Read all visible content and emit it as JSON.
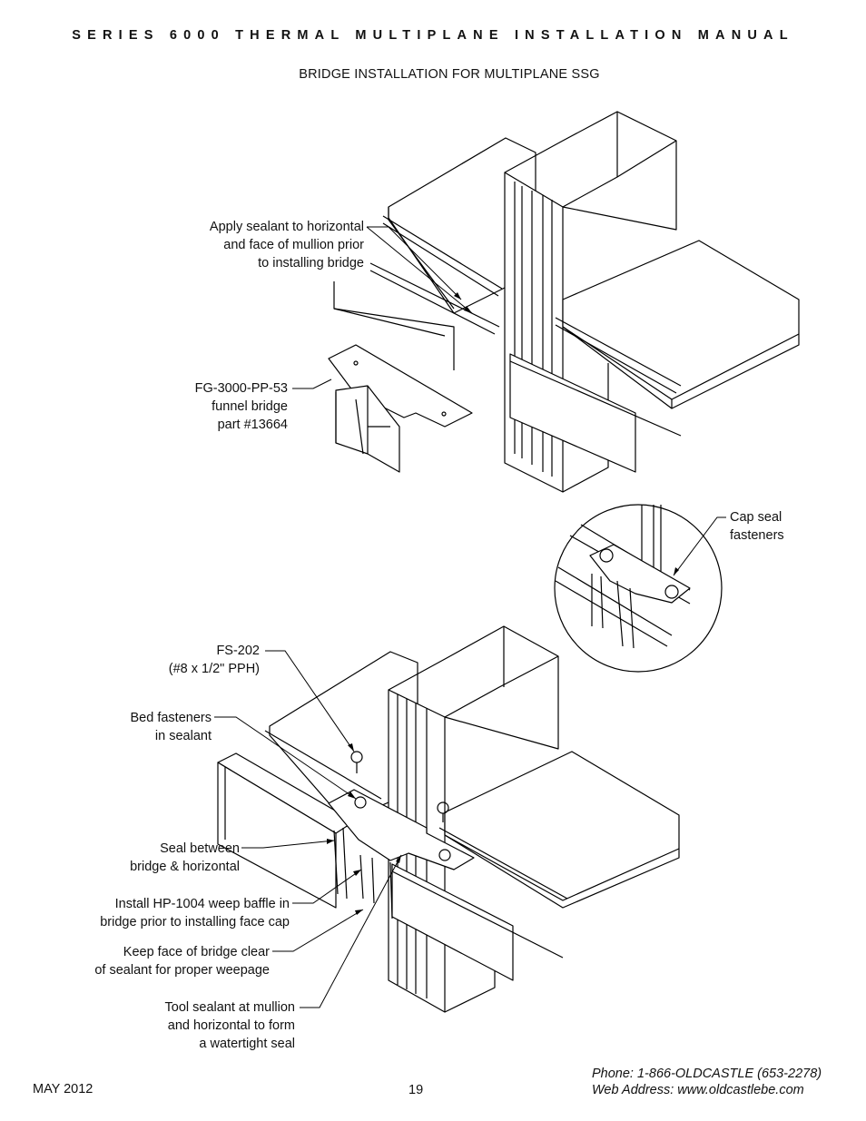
{
  "header": {
    "title": "SERIES 6000 THERMAL MULTIPLANE INSTALLATION MANUAL"
  },
  "subtitle": "BRIDGE INSTALLATION FOR MULTIPLANE SSG",
  "callouts": {
    "apply_sealant": [
      "Apply sealant to horizontal",
      "and face of mullion prior",
      "to installing bridge"
    ],
    "funnel_bridge": [
      "FG-3000-PP-53",
      "funnel bridge",
      "part #13664"
    ],
    "cap_seal": [
      "Cap seal",
      "fasteners"
    ],
    "fs202": [
      "FS-202",
      "(#8 x 1/2\" PPH)"
    ],
    "bed_fasteners": [
      "Bed fasteners",
      "in sealant"
    ],
    "seal_between": [
      "Seal between",
      "bridge & horizontal"
    ],
    "weep_baffle": [
      "Install HP-1004 weep baffle in",
      "bridge prior to installing face cap"
    ],
    "keep_face": [
      "Keep face of bridge clear",
      "of sealant for proper weepage"
    ],
    "tool_sealant": [
      "Tool sealant at mullion",
      "and horizontal to form",
      "a watertight seal"
    ]
  },
  "footer": {
    "date": "MAY 2012",
    "page_number": "19",
    "phone": "Phone: 1-866-OLDCASTLE (653-2278)",
    "web": "Web Address: www.oldcastlebe.com"
  }
}
